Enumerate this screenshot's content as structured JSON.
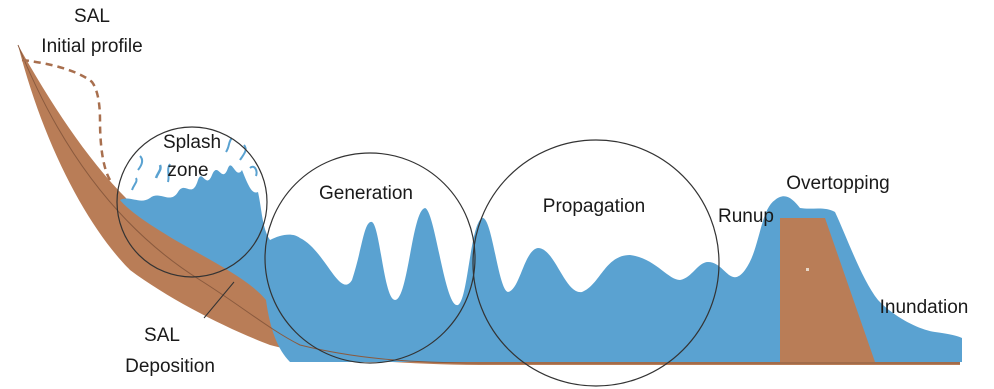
{
  "labels": {
    "sal_initial_line1": "SAL",
    "sal_initial_line2": "Initial profile",
    "splash_line1": "Splash",
    "splash_line2": "zone",
    "generation": "Generation",
    "propagation": "Propagation",
    "runup": "Runup",
    "overtopping": "Overtopping",
    "inundation": "Inundation",
    "sal_deposition_line1": "SAL",
    "sal_deposition_line2": "Deposition"
  },
  "colors": {
    "water": "#5aa2d1",
    "sediment": "#b97d57",
    "outline": "#333333",
    "dashed_profile": "#a86f4e"
  }
}
